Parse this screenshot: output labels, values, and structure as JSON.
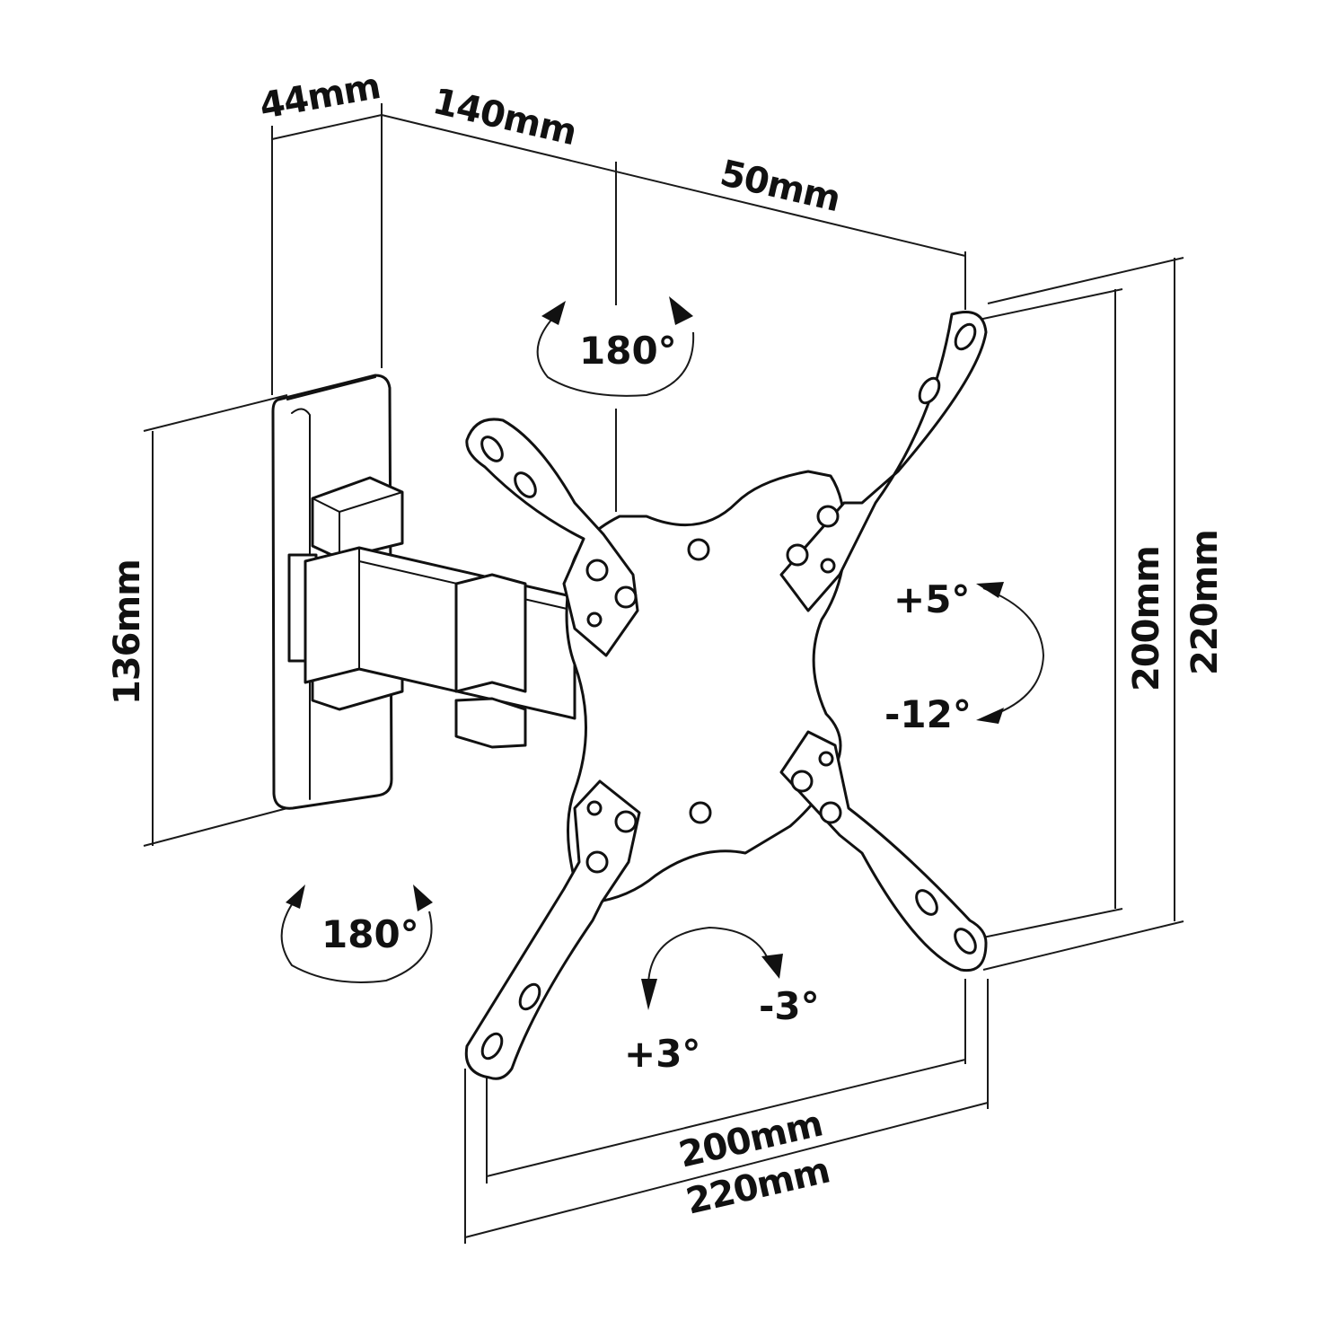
{
  "dimensions": {
    "plate_depth": "44mm",
    "arm_extension_total": "140mm",
    "arm_extension_min": "50mm",
    "plate_height": "136mm",
    "vesa_vertical_inner": "200mm",
    "vesa_vertical_outer": "220mm",
    "vesa_horizontal_inner": "200mm",
    "vesa_horizontal_outer": "220mm"
  },
  "rotations": {
    "arm_swivel_top": "180°",
    "wall_swivel_bottom": "180°",
    "tilt_up": "+5°",
    "tilt_down": "-12°",
    "rotate_pos": "+3°",
    "rotate_neg": "-3°"
  },
  "colors": {
    "ink": "#111111",
    "background": "#ffffff"
  }
}
